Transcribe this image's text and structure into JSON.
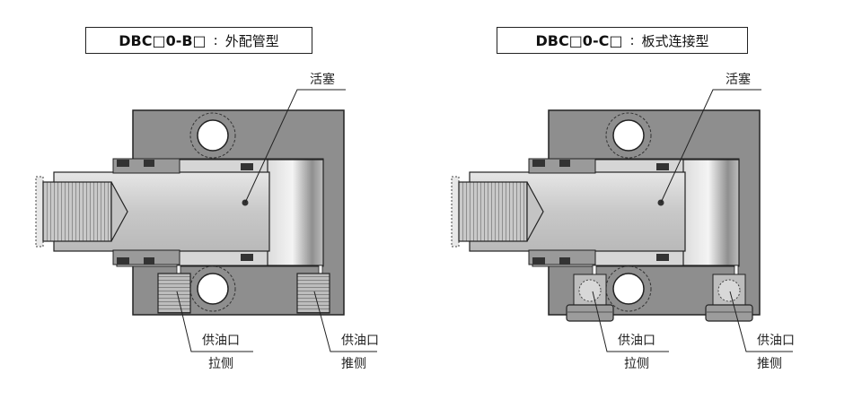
{
  "left_title": {
    "code": "DBC□0-B□",
    "sep": ":",
    "desc": "外配管型"
  },
  "right_title": {
    "code": "DBC□0-C□",
    "sep": ":",
    "desc": "板式连接型"
  },
  "left_labels": {
    "piston": "活塞",
    "port_a_line1": "供油口",
    "port_a_line2": "拉侧",
    "port_b_line1": "供油口",
    "port_b_line2": "推侧"
  },
  "right_labels": {
    "piston": "活塞",
    "port_a_line1": "供油口",
    "port_a_line2": "拉侧",
    "port_b_line1": "供油口",
    "port_b_line2": "推侧"
  },
  "colors": {
    "body": "#8e8e8e",
    "rod": "#cfcfcf",
    "outline": "#222222",
    "thread": "#9a9a9a"
  }
}
